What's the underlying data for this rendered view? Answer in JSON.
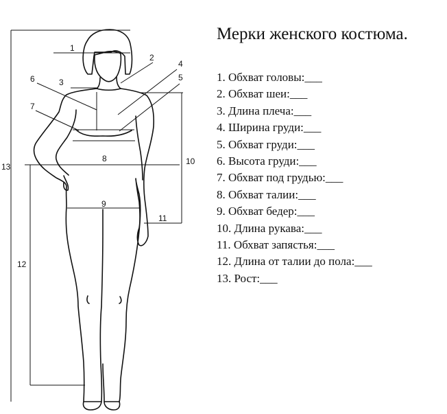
{
  "title": "Мерки женского костюма.",
  "measurements": [
    "1. Обхват головы:___",
    "2. Обхват шеи:___",
    "3. Длина плеча:___",
    "4. Ширина груди:___",
    "5. Обхват груди:___",
    "6. Высота груди:___",
    "7. Обхват под грудью:___",
    "8. Обхват талии:___",
    "9. Обхват бедер:___",
    "10. Длина рукава:___",
    "11. Обхват запястья:___",
    "12. Длина от талии до пола:___",
    "13. Рост:___"
  ],
  "callouts": [
    "1",
    "2",
    "3",
    "4",
    "5",
    "6",
    "7",
    "8",
    "9",
    "10",
    "11",
    "12",
    "13"
  ]
}
